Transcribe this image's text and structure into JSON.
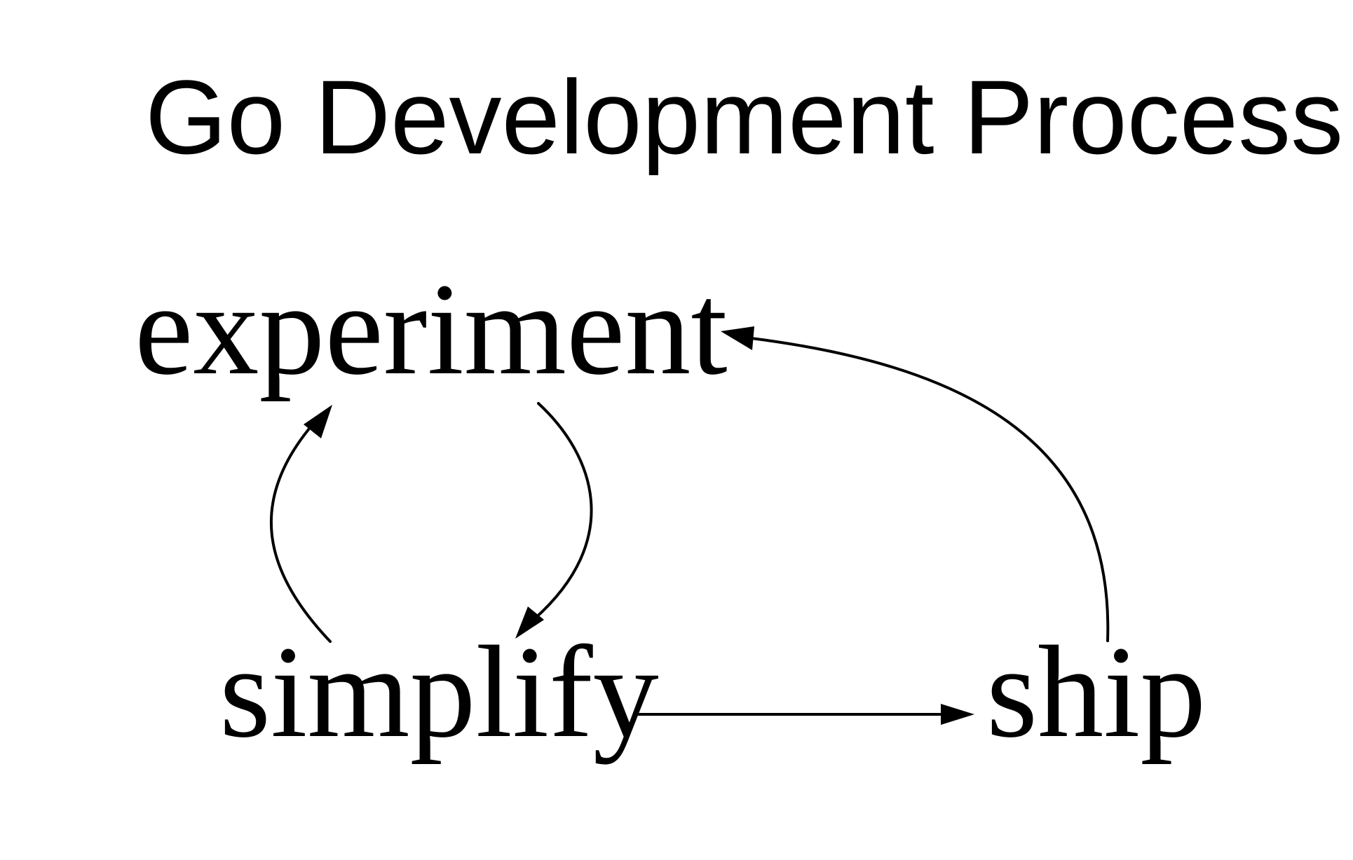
{
  "diagram": {
    "title": "Go Development Process",
    "nodes": [
      {
        "id": "experiment",
        "label": "experiment"
      },
      {
        "id": "simplify",
        "label": "simplify"
      },
      {
        "id": "ship",
        "label": "ship"
      }
    ],
    "edges": [
      {
        "from": "experiment",
        "to": "simplify"
      },
      {
        "from": "simplify",
        "to": "experiment"
      },
      {
        "from": "simplify",
        "to": "ship"
      },
      {
        "from": "ship",
        "to": "experiment"
      }
    ],
    "colors": {
      "background": "#ffffff",
      "ink": "#000000"
    }
  }
}
